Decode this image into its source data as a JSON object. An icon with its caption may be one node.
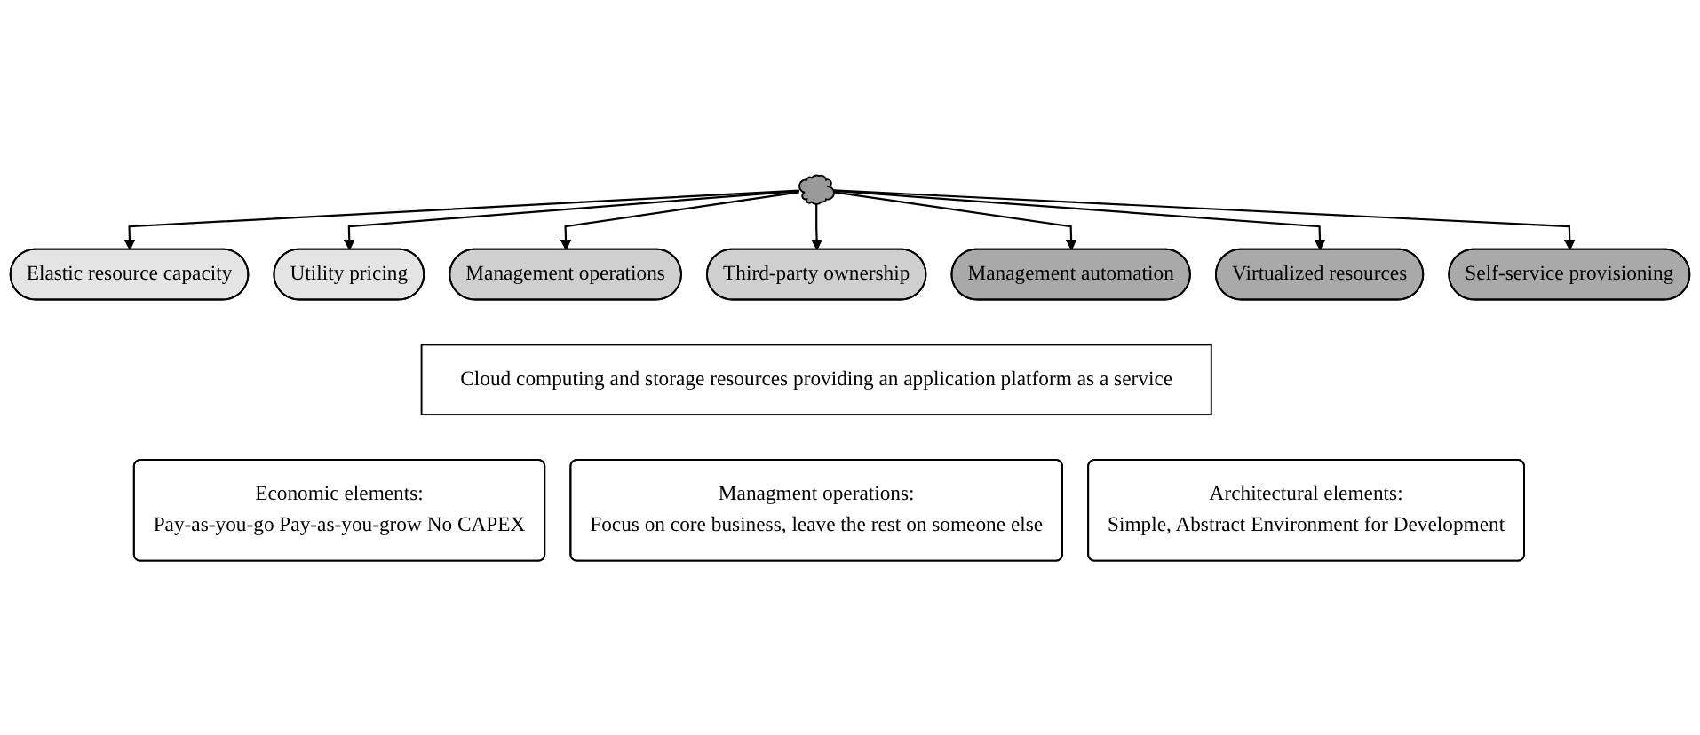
{
  "diagram": {
    "nodes": [
      {
        "text": [
          "Elastic resource capacity"
        ]
      },
      {
        "text": [
          "Utility pricing"
        ]
      },
      {
        "text": [
          "Management operations"
        ]
      },
      {
        "text": [
          "Third-party ownership"
        ]
      },
      {
        "text": [
          "Management automation"
        ]
      },
      {
        "text": [
          "Virtualized resources"
        ]
      },
      {
        "text": [
          "Self-service provisioning"
        ]
      },
      {
        "text": [],
        "shape": "cloud"
      },
      {
        "text": [
          "Cloud computing and storage resources providing an application platform as a service"
        ]
      },
      {
        "text": [
          "Economic elements:",
          "Pay-as-you-go Pay-as-you-grow No CAPEX"
        ]
      },
      {
        "text": [
          "Managment operations:",
          "Focus on core business, leave the rest on someone else"
        ]
      },
      {
        "text": [
          "Architectural elements:",
          "Simple, Abstract Environment for Development"
        ]
      }
    ],
    "edges": [
      {
        "from": 7,
        "to": 0,
        "arrow": "to"
      },
      {
        "from": 7,
        "to": 1,
        "arrow": "to"
      },
      {
        "from": 7,
        "to": 2,
        "arrow": "to"
      },
      {
        "from": 7,
        "to": 3,
        "arrow": "to"
      },
      {
        "from": 7,
        "to": 4,
        "arrow": "to"
      },
      {
        "from": 7,
        "to": 5,
        "arrow": "to"
      },
      {
        "from": 7,
        "to": 6,
        "arrow": "to"
      }
    ]
  }
}
